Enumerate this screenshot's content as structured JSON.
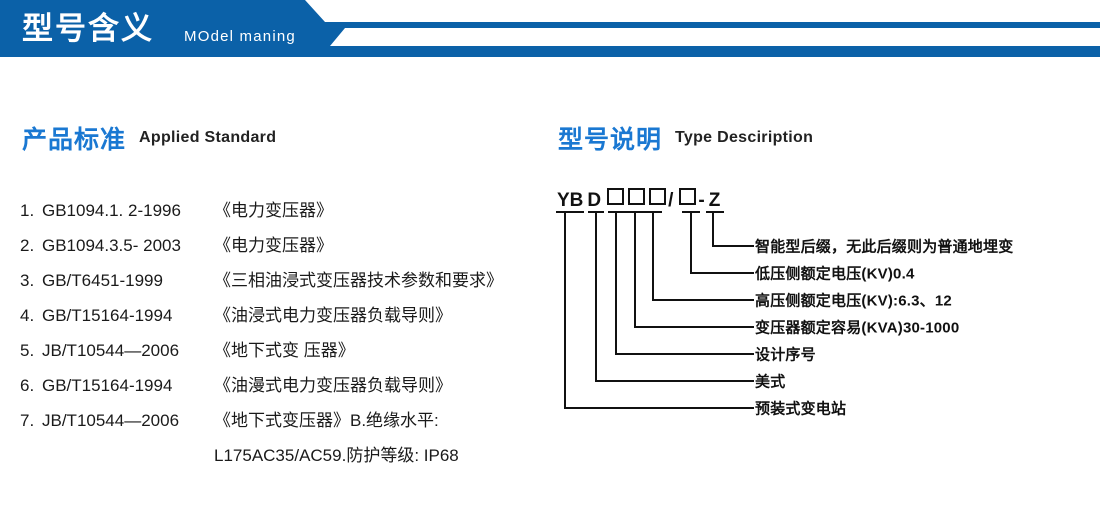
{
  "header": {
    "title_cn": "型号含义",
    "title_en": "MOdel maning",
    "banner_color": "#0B61A8"
  },
  "sections": {
    "standard": {
      "heading_cn": "产品标准",
      "heading_en": "Applied Standard",
      "heading_color": "#1A78D2",
      "items": [
        {
          "num": "1.",
          "code": "GB1094.1. 2-1996",
          "title": "《电力变压器》"
        },
        {
          "num": "2.",
          "code": "GB1094.3.5- 2003",
          "title": "《电力变压器》"
        },
        {
          "num": "3.",
          "code": "GB/T6451-1999",
          "title": "《三相油浸式变压器技术参数和要求》"
        },
        {
          "num": "4.",
          "code": "GB/T15164-1994",
          "title": "《油浸式电力变压器负载导则》"
        },
        {
          "num": "5.",
          "code": "JB/T10544—2006",
          "title": "《地下式变 压器》"
        },
        {
          "num": "6.",
          "code": "GB/T15164-1994",
          "title": "《油漫式电力变压器负载导则》"
        },
        {
          "num": "7.",
          "code": "JB/T10544—2006",
          "title": "《地下式变压器》B.绝缘水平:"
        }
      ],
      "continuation": "L175AC35/AC59.防护等级: IP68"
    },
    "type": {
      "heading_cn": "型号说明",
      "heading_en": "Type Desciription",
      "heading_color": "#1A78D2",
      "code_segments": [
        {
          "kind": "text",
          "value": "YB"
        },
        {
          "kind": "text",
          "value": "D"
        },
        {
          "kind": "box",
          "value": "□"
        },
        {
          "kind": "box",
          "value": "□"
        },
        {
          "kind": "box",
          "value": "□"
        },
        {
          "kind": "text",
          "value": "/"
        },
        {
          "kind": "box",
          "value": "□"
        },
        {
          "kind": "text",
          "value": "-"
        },
        {
          "kind": "text",
          "value": "Z"
        }
      ],
      "code_display": "YB D □□□/□ - Z",
      "callouts": [
        {
          "label": "智能型后缀，无此后缀则为普通地埋变"
        },
        {
          "label": "低压侧额定电压(KV)0.4"
        },
        {
          "label": "高压侧额定电压(KV):6.3、12"
        },
        {
          "label": "变压器额定容易(KVA)30-1000"
        },
        {
          "label": "设计序号"
        },
        {
          "label": "美式"
        },
        {
          "label": "预装式变电站"
        }
      ]
    }
  }
}
